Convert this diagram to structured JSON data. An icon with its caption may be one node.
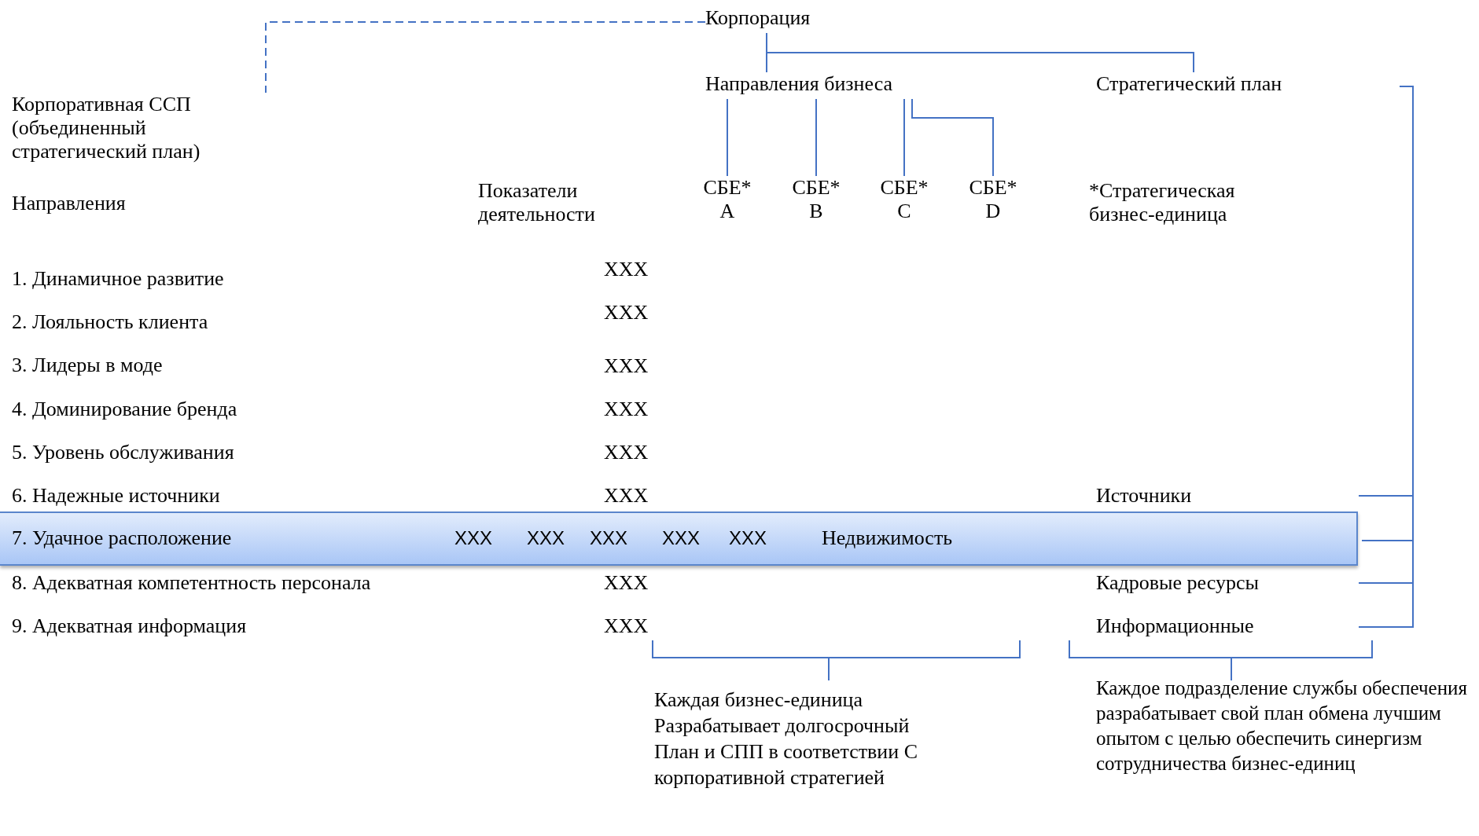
{
  "diagram": {
    "nodes": [
      {
        "text": [
          "Корпорация"
        ]
      },
      {
        "text": [
          "Корпоративная ССП (объединенный стратегический план)"
        ]
      },
      {
        "text": [
          "Направления бизнеса"
        ]
      },
      {
        "text": [
          "Стратегический план"
        ]
      },
      {
        "text": [
          "СБЕ* A"
        ]
      },
      {
        "text": [
          "СБЕ* B"
        ]
      },
      {
        "text": [
          "СБЕ* C"
        ]
      },
      {
        "text": [
          "СБЕ* D"
        ]
      },
      {
        "text": [
          "7. Удачное расположение",
          "XXX",
          "XXX",
          "XXX",
          "XXX",
          "XXX",
          "Недвижимость"
        ]
      }
    ],
    "edges": [
      {
        "from": 0,
        "to": 1,
        "arrow": "none",
        "style": "dashed"
      },
      {
        "from": 0,
        "to": 2,
        "arrow": "none"
      },
      {
        "from": 0,
        "to": 3,
        "arrow": "none"
      },
      {
        "from": 2,
        "to": 4,
        "arrow": "none"
      },
      {
        "from": 2,
        "to": 5,
        "arrow": "none"
      },
      {
        "from": 2,
        "to": 6,
        "arrow": "none"
      },
      {
        "from": 2,
        "to": 7,
        "arrow": "none"
      }
    ],
    "labels": [
      "Направления",
      "Показатели деятельности",
      "*Стратегическая бизнес-единица",
      "1. Динамичное развитие",
      "XXX",
      "2.  Лояльность клиента",
      "XXX",
      "3. Лидеры в моде",
      "XXX",
      "4. Доминирование бренда",
      "XXX",
      "5. Уровень обслуживания",
      "XXX",
      "6. Надежные источники",
      "XXX",
      "Источники",
      "8. Адекватная компетентность персонала",
      "XXX",
      "Кадровые ресурсы",
      "9. Адекватная информация",
      "XXX",
      "Информационные",
      "Каждая бизнес-единица Разрабатывает долгосрочный План и СПП в соответствии С корпоративной стратегией",
      "Каждое подразделение службы обеспечения разрабатывает свой план обмена лучшим опытом с целью обеспечить синергизм сотрудничества бизнес-единиц"
    ]
  }
}
